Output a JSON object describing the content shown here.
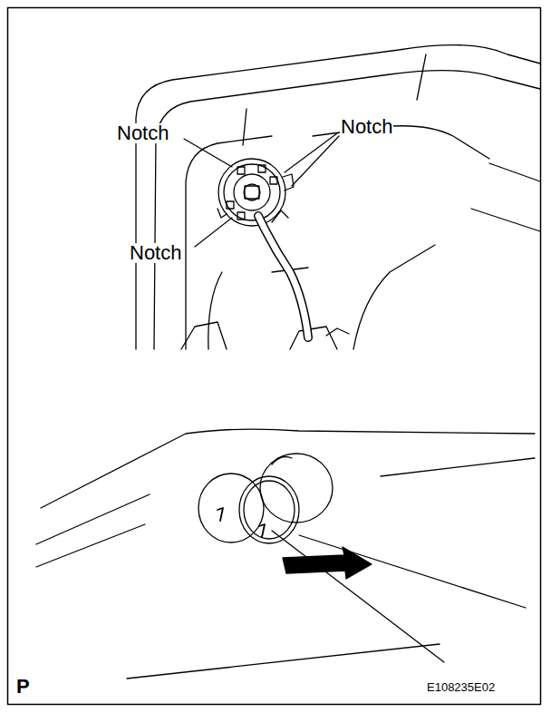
{
  "diagram": {
    "labels": [
      "Notch",
      "Notch",
      "Notch",
      "P",
      "E108235E02"
    ]
  }
}
